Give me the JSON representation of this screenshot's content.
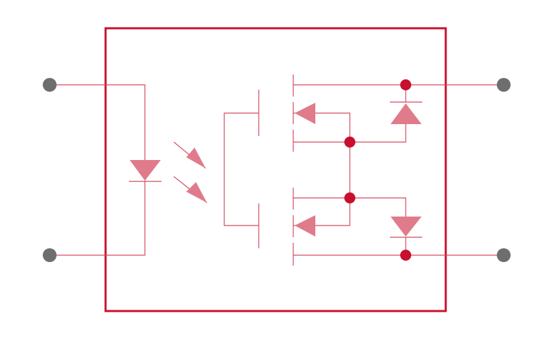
{
  "diagram": {
    "type": "solid-state-relay-schematic",
    "description_visible_text": [],
    "colors": {
      "outline": "#c8102e",
      "wire": "#d2495f",
      "symbol_fill": "#e07b8c",
      "junction": "#c8102e",
      "terminal": "#6e6e6e",
      "background": "#ffffff"
    },
    "components": {
      "input_terminals": 2,
      "output_terminals": 2,
      "input_led": 1,
      "light_arrows": 2,
      "mosfets": 2,
      "body_diodes": 2,
      "junctions": 4
    },
    "icons": [
      "led-icon",
      "light-arrow-icon",
      "mosfet-icon",
      "diode-icon",
      "terminal-icon"
    ]
  }
}
